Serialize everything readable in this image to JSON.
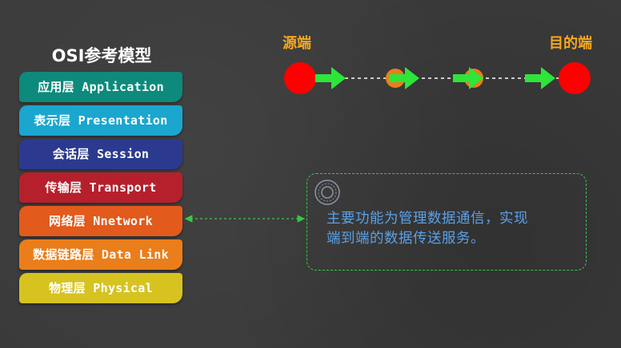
{
  "title": "OSI参考模型",
  "layers": [
    {
      "label": "应用层 Application",
      "color": "#0d8a7c"
    },
    {
      "label": "表示层 Presentation",
      "color": "#1ba6cf"
    },
    {
      "label": "会话层 Session",
      "color": "#2b3a8f"
    },
    {
      "label": "传输层 Transport",
      "color": "#b5202c"
    },
    {
      "label": "网络层 Nnetwork",
      "color": "#e25a1c"
    },
    {
      "label": "数据链路层 Data Link",
      "color": "#ea7e1a"
    },
    {
      "label": "物理层 Physical",
      "color": "#d7c320"
    }
  ],
  "path": {
    "source_label": "源端",
    "destination_label": "目的端",
    "node_color": "#ff0000",
    "router_color": "#ea7e1a",
    "arrow_color": "#2ee53a"
  },
  "info": {
    "text_line1": "主要功能为管理数据通信，实现",
    "text_line2": "端到端的数据传送服务。",
    "border_color": "#37c84a",
    "text_color": "#5ba0e6",
    "icon": "target-icon"
  }
}
